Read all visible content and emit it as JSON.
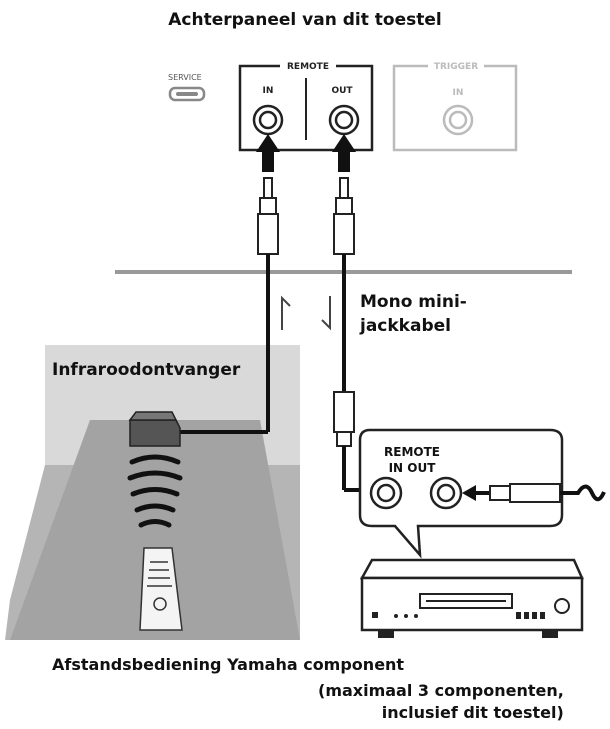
{
  "title": "Achterpaneel van dit toestel",
  "rear_panel": {
    "service_label": "SERVICE",
    "remote_label": "REMOTE",
    "remote_in": "IN",
    "remote_out": "OUT",
    "trigger_label": "TRIGGER",
    "trigger_in": "IN"
  },
  "cable_label": {
    "line1": "Mono mini-",
    "line2": "jackkabel"
  },
  "receiver_label": "Infraroodontvanger",
  "component_callout": {
    "remote_label": "REMOTE",
    "in_out_label": "IN OUT"
  },
  "bottom": {
    "line1": "Afstandsbediening Yamaha component",
    "line2": "(maximaal 3 componenten,",
    "line3": "inclusief dit toestel)"
  }
}
